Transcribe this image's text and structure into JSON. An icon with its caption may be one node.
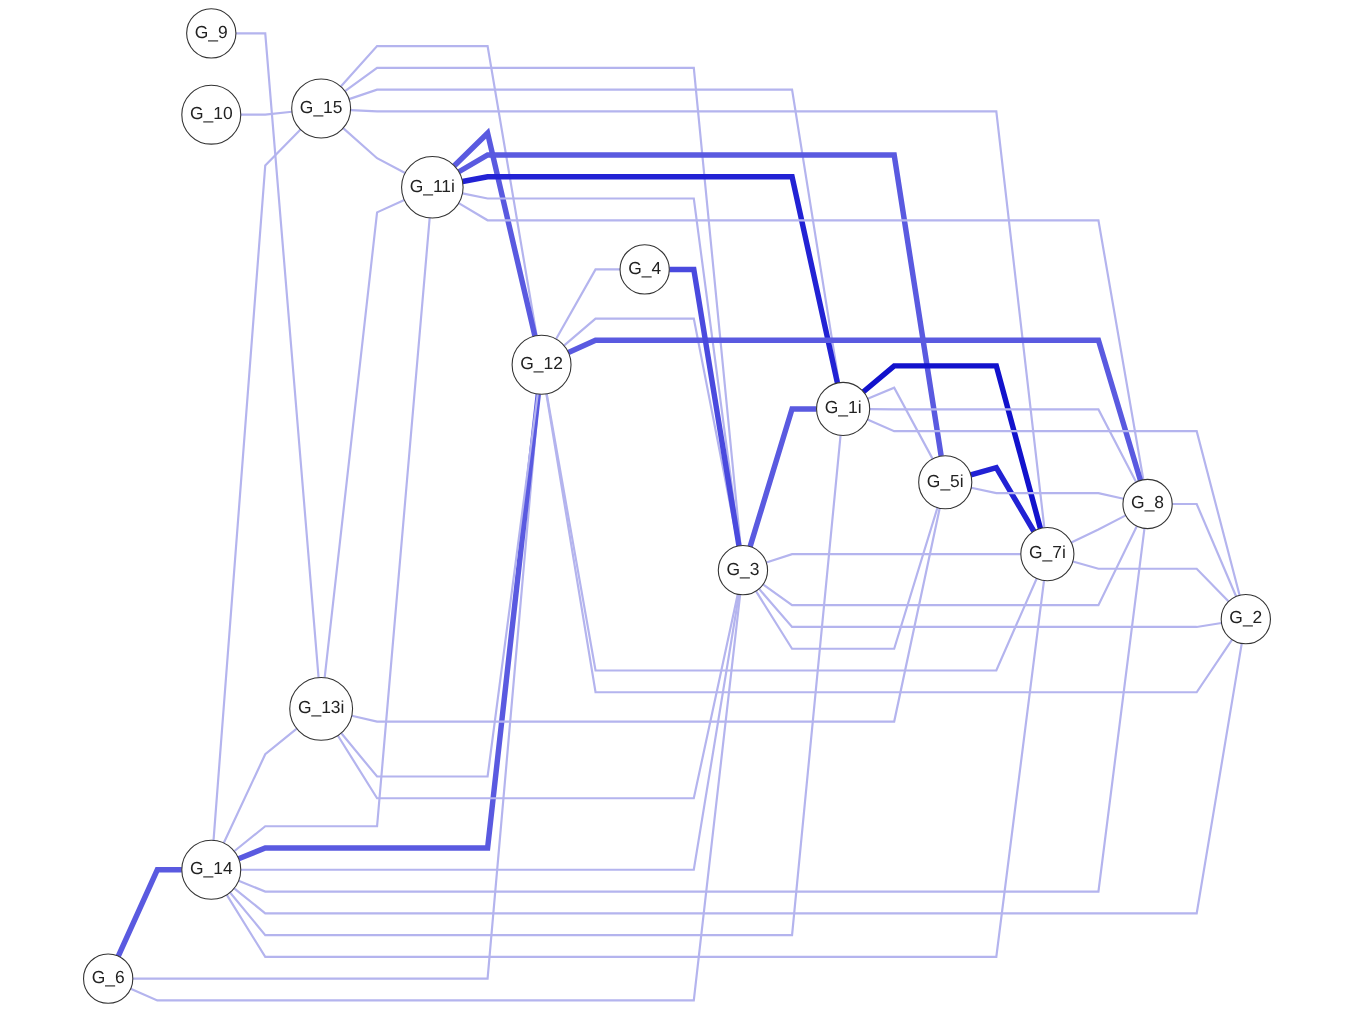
{
  "diagram": {
    "nodes": [
      {
        "text": [
          "G_9"
        ]
      },
      {
        "text": [
          "G_10"
        ]
      },
      {
        "text": [
          "G_15"
        ]
      },
      {
        "text": [
          "G_13i"
        ]
      },
      {
        "text": [
          "G_6"
        ]
      },
      {
        "text": [
          "G_14"
        ]
      },
      {
        "text": [
          "G_11i"
        ]
      },
      {
        "text": [
          "G_12"
        ]
      },
      {
        "text": [
          "G_5i"
        ]
      },
      {
        "text": [
          "G_4"
        ]
      },
      {
        "text": [
          "G_3"
        ]
      },
      {
        "text": [
          "G_1i"
        ]
      },
      {
        "text": [
          "G_7i"
        ]
      },
      {
        "text": [
          "G_8"
        ]
      },
      {
        "text": [
          "G_2"
        ]
      }
    ],
    "edges": [
      {
        "from": 1,
        "to": 2,
        "arrow": "none"
      },
      {
        "from": 0,
        "to": 3,
        "arrow": "none"
      },
      {
        "from": 4,
        "to": 5,
        "arrow": "none",
        "style": "thick",
        "color": "#5a5ae0"
      },
      {
        "from": 4,
        "to": 7,
        "arrow": "none"
      },
      {
        "from": 4,
        "to": 10,
        "arrow": "none"
      },
      {
        "from": 5,
        "to": 2,
        "arrow": "none"
      },
      {
        "from": 5,
        "to": 3,
        "arrow": "none"
      },
      {
        "from": 5,
        "to": 6,
        "arrow": "none"
      },
      {
        "from": 5,
        "to": 7,
        "arrow": "none",
        "style": "thick",
        "color": "#5a5ae0"
      },
      {
        "from": 5,
        "to": 10,
        "arrow": "none"
      },
      {
        "from": 5,
        "to": 13,
        "arrow": "none"
      },
      {
        "from": 5,
        "to": 14,
        "arrow": "none"
      },
      {
        "from": 5,
        "to": 11,
        "arrow": "none"
      },
      {
        "from": 5,
        "to": 12,
        "arrow": "none"
      },
      {
        "from": 2,
        "to": 7,
        "arrow": "none"
      },
      {
        "from": 2,
        "to": 10,
        "arrow": "none"
      },
      {
        "from": 2,
        "to": 11,
        "arrow": "none"
      },
      {
        "from": 2,
        "to": 12,
        "arrow": "none"
      },
      {
        "from": 2,
        "to": 6,
        "arrow": "none"
      },
      {
        "from": 3,
        "to": 6,
        "arrow": "none"
      },
      {
        "from": 3,
        "to": 8,
        "arrow": "none"
      },
      {
        "from": 3,
        "to": 7,
        "arrow": "none"
      },
      {
        "from": 3,
        "to": 10,
        "arrow": "none"
      },
      {
        "from": 6,
        "to": 7,
        "arrow": "none",
        "style": "thick",
        "color": "#5a5ae0"
      },
      {
        "from": 6,
        "to": 8,
        "arrow": "none",
        "style": "thick",
        "color": "#5a5ae0"
      },
      {
        "from": 6,
        "to": 11,
        "arrow": "none",
        "style": "thick",
        "color": "#2222d4"
      },
      {
        "from": 6,
        "to": 10,
        "arrow": "none"
      },
      {
        "from": 6,
        "to": 13,
        "arrow": "none"
      },
      {
        "from": 7,
        "to": 9,
        "arrow": "none"
      },
      {
        "from": 7,
        "to": 10,
        "arrow": "none"
      },
      {
        "from": 7,
        "to": 13,
        "arrow": "none",
        "style": "thick",
        "color": "#5a5ae0"
      },
      {
        "from": 7,
        "to": 12,
        "arrow": "none"
      },
      {
        "from": 7,
        "to": 14,
        "arrow": "none"
      },
      {
        "from": 9,
        "to": 10,
        "arrow": "none",
        "style": "thick",
        "color": "#4a4ade"
      },
      {
        "from": 10,
        "to": 11,
        "arrow": "none",
        "style": "thick",
        "color": "#5a5ae0"
      },
      {
        "from": 10,
        "to": 12,
        "arrow": "none"
      },
      {
        "from": 10,
        "to": 13,
        "arrow": "none"
      },
      {
        "from": 10,
        "to": 14,
        "arrow": "none"
      },
      {
        "from": 10,
        "to": 8,
        "arrow": "none"
      },
      {
        "from": 11,
        "to": 12,
        "arrow": "none",
        "style": "thick",
        "color": "#1212cc"
      },
      {
        "from": 11,
        "to": 8,
        "arrow": "none"
      },
      {
        "from": 11,
        "to": 13,
        "arrow": "none"
      },
      {
        "from": 11,
        "to": 14,
        "arrow": "none"
      },
      {
        "from": 8,
        "to": 12,
        "arrow": "none",
        "style": "thick",
        "color": "#2222d4"
      },
      {
        "from": 8,
        "to": 13,
        "arrow": "none"
      },
      {
        "from": 12,
        "to": 13,
        "arrow": "none"
      },
      {
        "from": 12,
        "to": 14,
        "arrow": "none"
      },
      {
        "from": 13,
        "to": 14,
        "arrow": "none"
      }
    ]
  }
}
